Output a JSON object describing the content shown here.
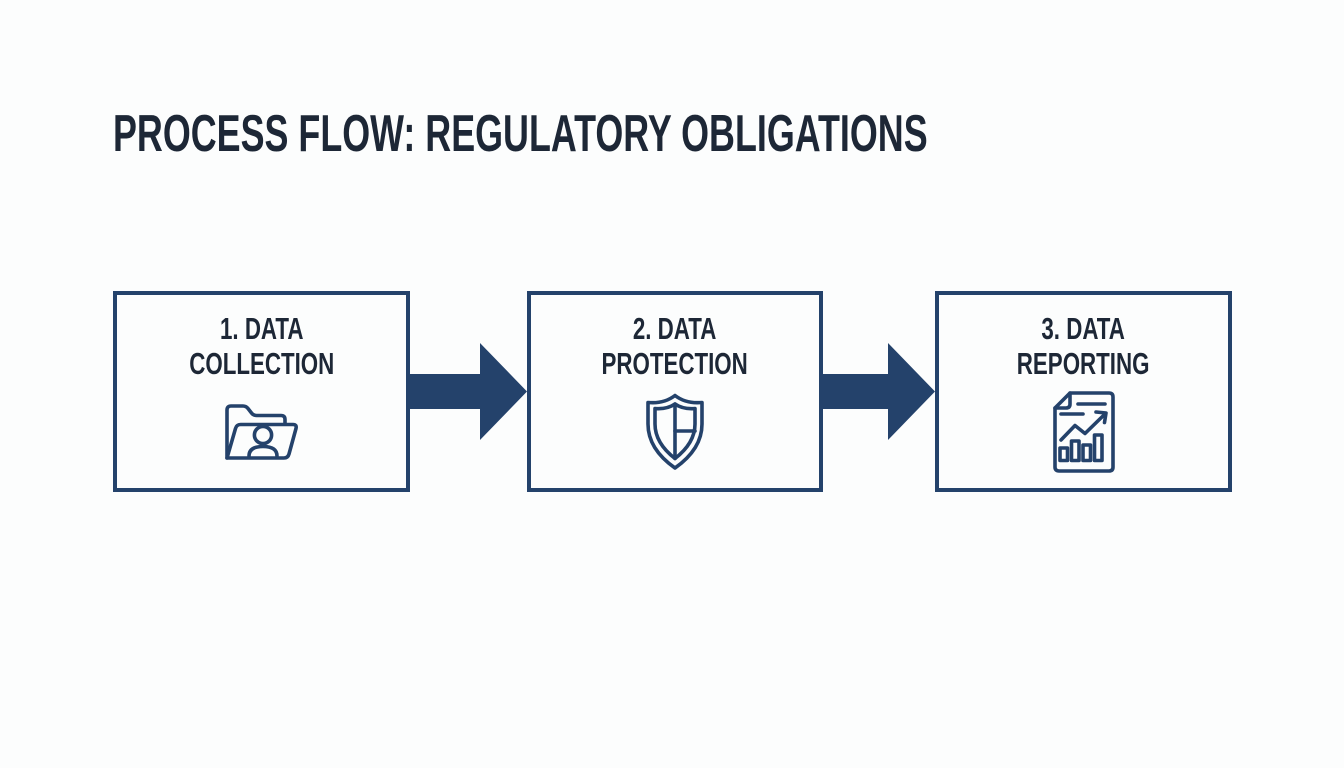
{
  "title": "PROCESS FLOW: REGULATORY OBLIGATIONS",
  "colors": {
    "navy": "#24426b",
    "text": "#1d2736",
    "background": "#fcfdfd"
  },
  "steps": [
    {
      "label_line1": "1. DATA",
      "label_line2": "COLLECTION",
      "icon": "folder-user-icon"
    },
    {
      "label_line1": "2. DATA",
      "label_line2": "PROTECTION",
      "icon": "shield-icon"
    },
    {
      "label_line1": "3. DATA",
      "label_line2": "REPORTING",
      "icon": "report-chart-icon"
    }
  ],
  "connectors": {
    "icon": "right-arrow-icon",
    "count": 2
  }
}
